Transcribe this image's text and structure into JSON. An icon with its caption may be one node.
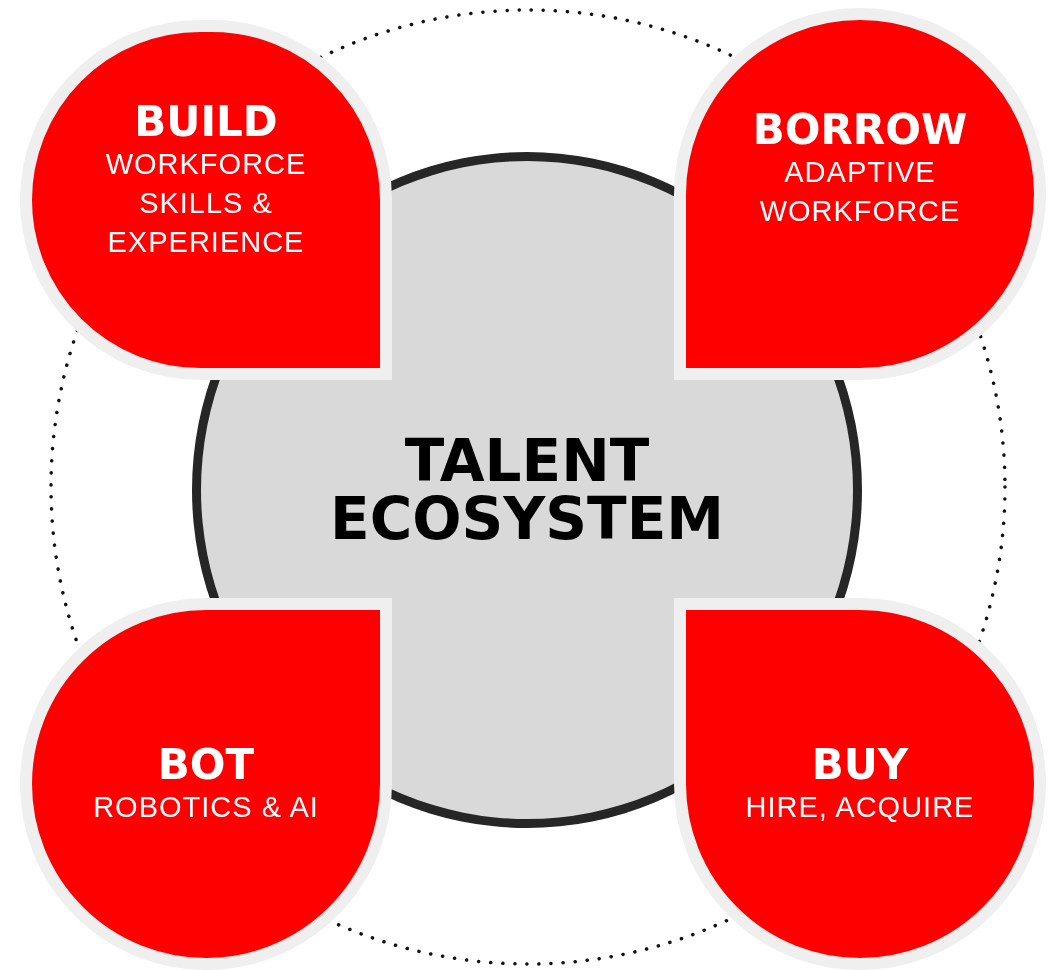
{
  "diagram": {
    "nodes": [
      {
        "text": [
          "BUILD",
          "WORKFORCE SKILLS & EXPERIENCE"
        ]
      },
      {
        "text": [
          "BORROW",
          "ADAPTIVE WORKFORCE"
        ]
      },
      {
        "text": [
          "TALENT ECOSYSTEM"
        ]
      },
      {
        "text": [
          "BOT",
          "ROBOTICS & AI"
        ]
      },
      {
        "text": [
          "BUY",
          "HIRE, ACQUIRE"
        ]
      }
    ]
  }
}
